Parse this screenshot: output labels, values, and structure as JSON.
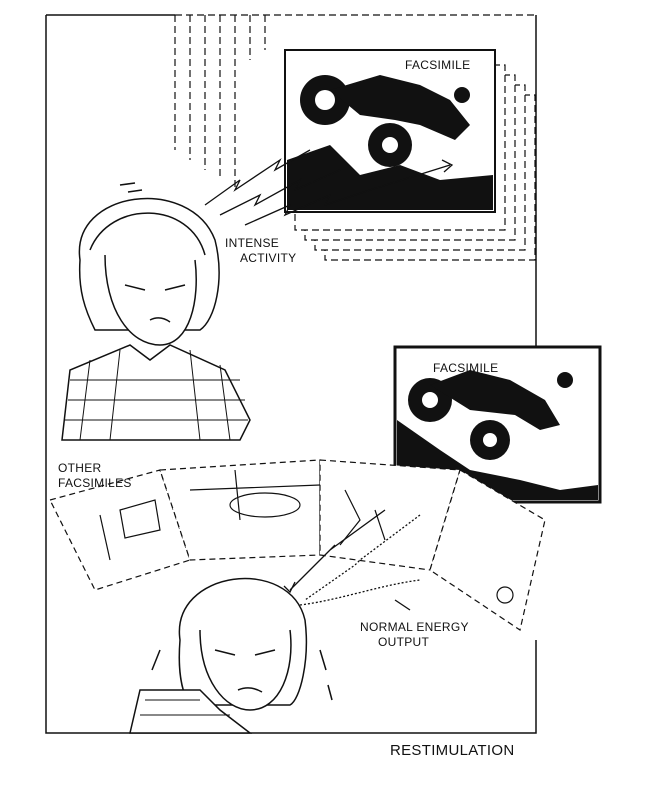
{
  "labels": {
    "facsimile_top": "FACSIMILE",
    "intense_activity_1": "INTENSE",
    "intense_activity_2": "ACTIVITY",
    "facsimile_middle": "FACSIMILE",
    "other_facsimiles_1": "OTHER",
    "other_facsimiles_2": "FACSIMILES",
    "normal_energy_1": "NORMAL ENERGY",
    "normal_energy_2": "OUTPUT",
    "caption": "RESTIMULATION"
  }
}
